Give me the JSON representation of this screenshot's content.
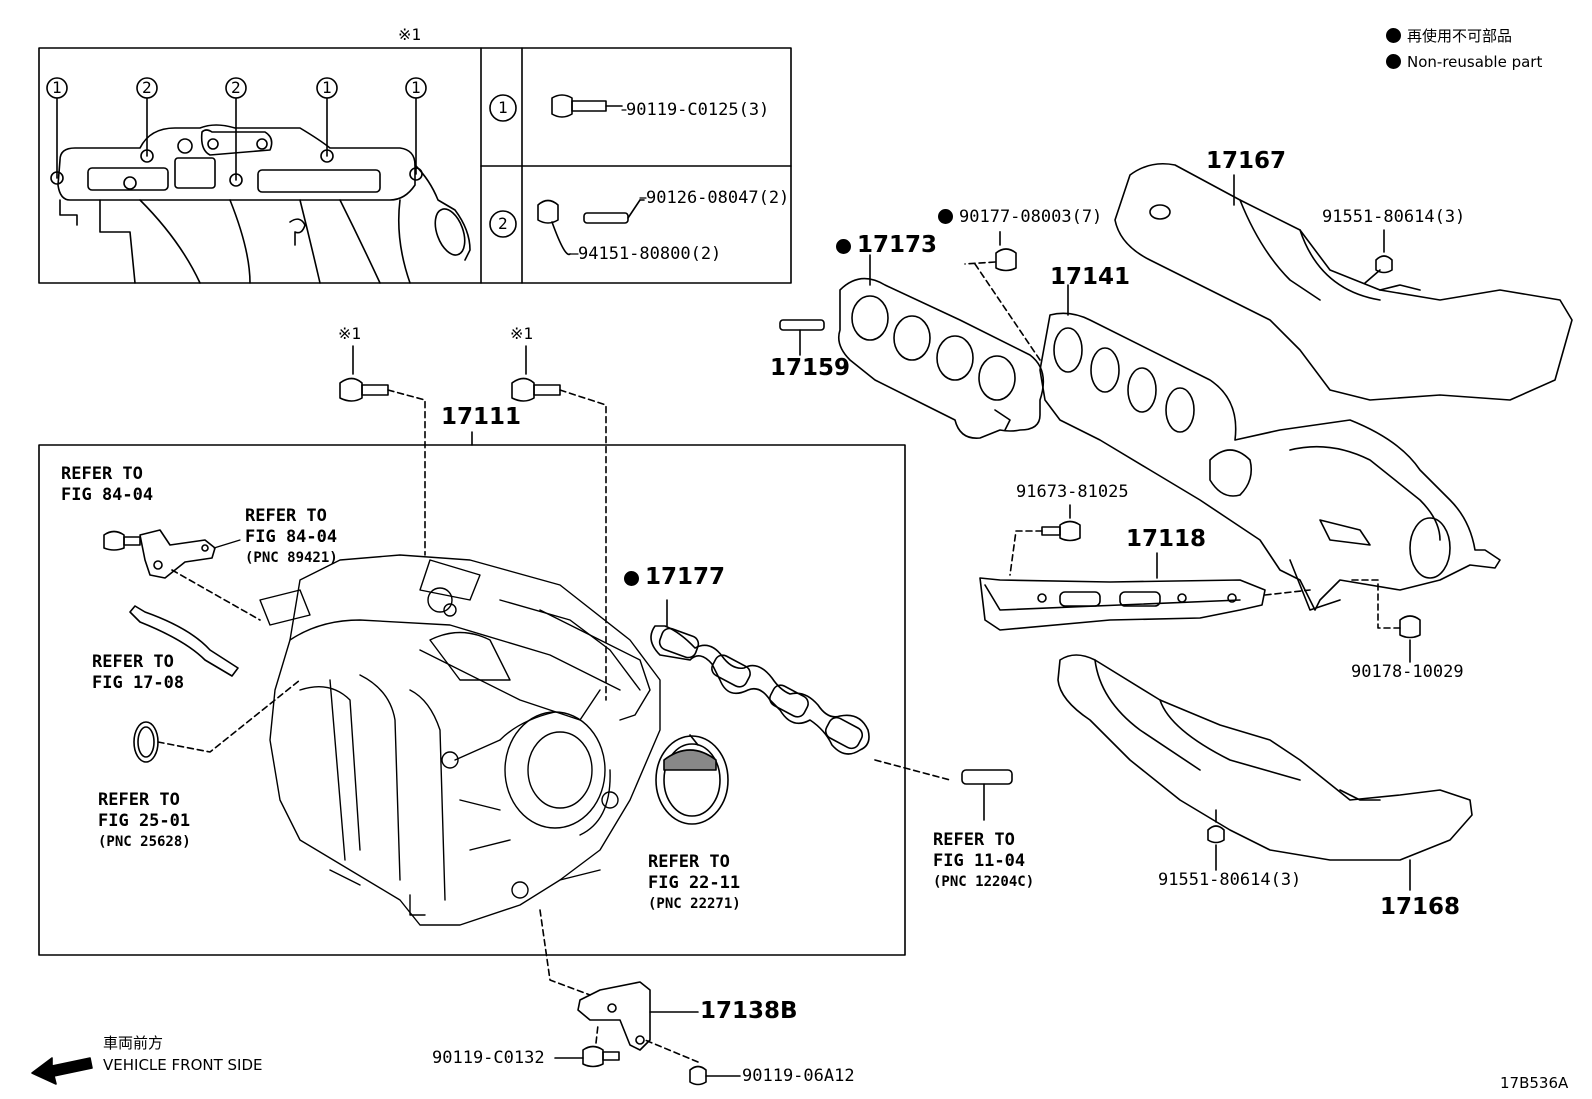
{
  "legend": {
    "line1": "再使用不可部品",
    "line2": "Non-reusable part"
  },
  "inset": {
    "mark": "※1",
    "rows": [
      {
        "num": "1",
        "parts": [
          "90119-C0125(3)"
        ]
      },
      {
        "num": "2",
        "parts": [
          "90126-08047(2)",
          "94151-80800(2)"
        ]
      }
    ],
    "circles": [
      "1",
      "2",
      "2",
      "1",
      "1"
    ]
  },
  "mark_bolts": [
    "※1",
    "※1"
  ],
  "parts": {
    "p17111": "17111",
    "p17173": "17173",
    "p90177": "90177-08003(7)",
    "p17159": "17159",
    "p17167": "17167",
    "p91551_top": "91551-80614(3)",
    "p17141": "17141",
    "p91673": "91673-81025",
    "p17118": "17118",
    "p90178": "90178-10029",
    "p17177": "17177",
    "p91551_bot": "91551-80614(3)",
    "p17168": "17168",
    "p17138b": "17138B",
    "p90119c0132": "90119-C0132",
    "p9011906a12": "90119-06A12"
  },
  "refs": {
    "r8404a": {
      "line1": "REFER TO",
      "line2": "FIG 84-04"
    },
    "r8404b": {
      "line1": "REFER TO",
      "line2": "FIG 84-04",
      "pnc": "(PNC 89421)"
    },
    "r1708": {
      "line1": "REFER TO",
      "line2": "FIG 17-08"
    },
    "r2501": {
      "line1": "REFER TO",
      "line2": "FIG 25-01",
      "pnc": "(PNC 25628)"
    },
    "r2211": {
      "line1": "REFER TO",
      "line2": "FIG 22-11",
      "pnc": "(PNC 22271)"
    },
    "r1104": {
      "line1": "REFER TO",
      "line2": "FIG 11-04",
      "pnc": "(PNC 12204C)"
    }
  },
  "front": {
    "jp": "車両前方",
    "en": "VEHICLE FRONT SIDE"
  },
  "figure_code": "17B536A"
}
